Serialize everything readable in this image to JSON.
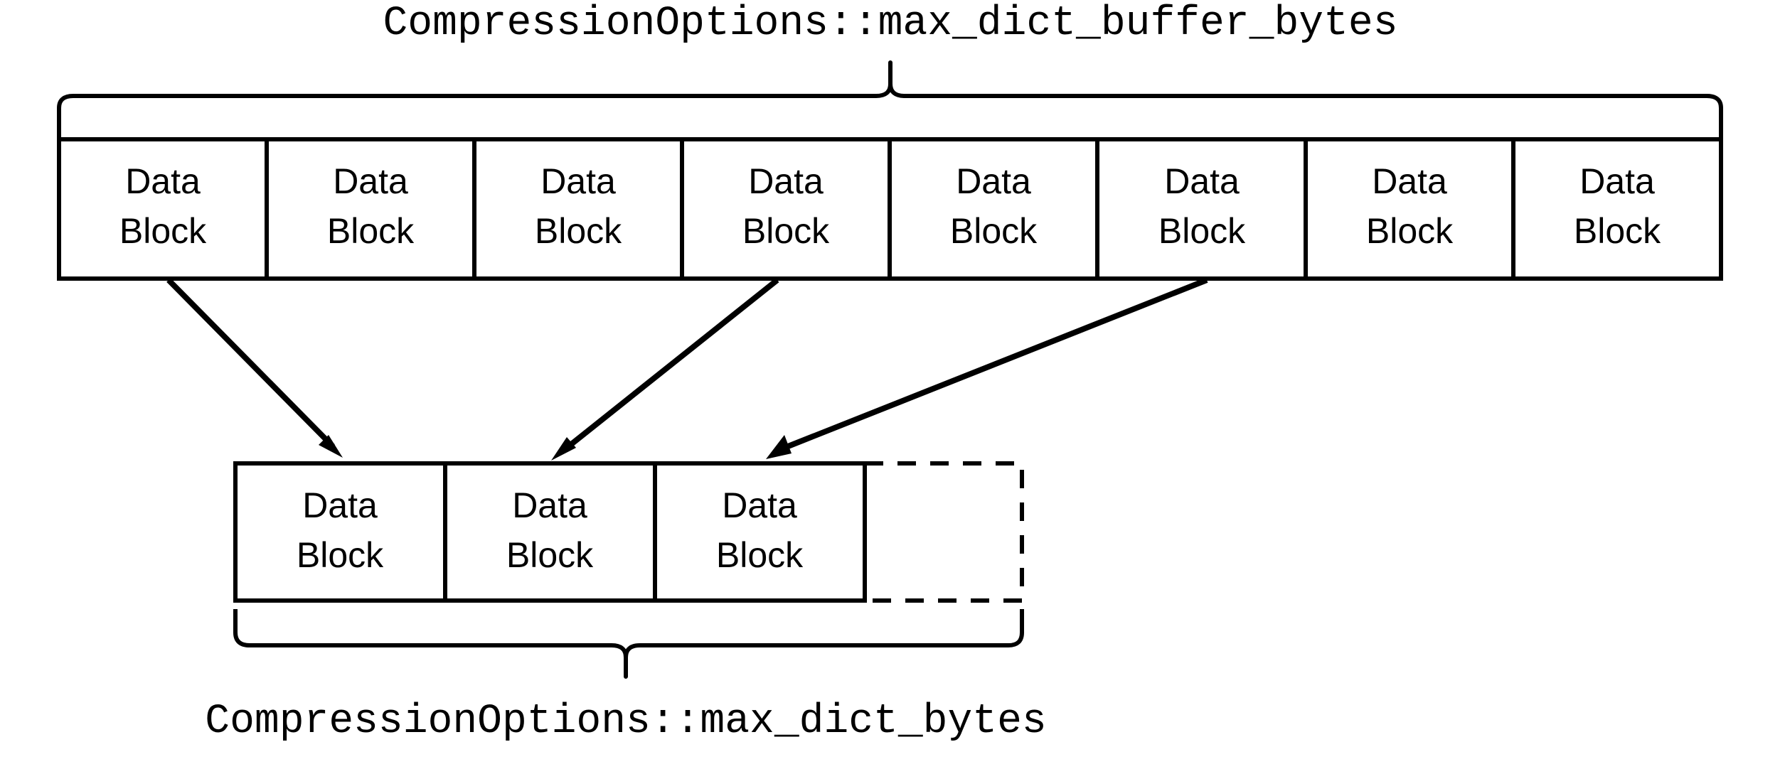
{
  "diagram": {
    "title_top": "CompressionOptions::max_dict_buffer_bytes",
    "title_bottom": "CompressionOptions::max_dict_bytes",
    "block_label_line1": "Data",
    "block_label_line2": "Block",
    "colors": {
      "stroke": "#000000",
      "background": "#ffffff",
      "fill": "#ffffff"
    },
    "top_row": {
      "brace_label": "CompressionOptions::max_dict_buffer_bytes",
      "block_count": 8,
      "blocks": [
        {
          "line1": "Data",
          "line2": "Block"
        },
        {
          "line1": "Data",
          "line2": "Block"
        },
        {
          "line1": "Data",
          "line2": "Block"
        },
        {
          "line1": "Data",
          "line2": "Block"
        },
        {
          "line1": "Data",
          "line2": "Block"
        },
        {
          "line1": "Data",
          "line2": "Block"
        },
        {
          "line1": "Data",
          "line2": "Block"
        },
        {
          "line1": "Data",
          "line2": "Block"
        }
      ]
    },
    "bottom_row": {
      "brace_label": "CompressionOptions::max_dict_bytes",
      "block_count": 3,
      "blocks": [
        {
          "line1": "Data",
          "line2": "Block"
        },
        {
          "line1": "Data",
          "line2": "Block"
        },
        {
          "line1": "Data",
          "line2": "Block"
        }
      ],
      "empty_slot_count": 1,
      "empty_slot_style": "dashed"
    },
    "arrows": [
      {
        "from_block_index": 0,
        "to_block_index": 0,
        "style": "solid-arrow"
      },
      {
        "from_block_index": 3,
        "to_block_index": 1,
        "style": "solid-arrow"
      },
      {
        "from_block_index": 5,
        "to_block_index": 2,
        "style": "solid-arrow"
      }
    ]
  }
}
